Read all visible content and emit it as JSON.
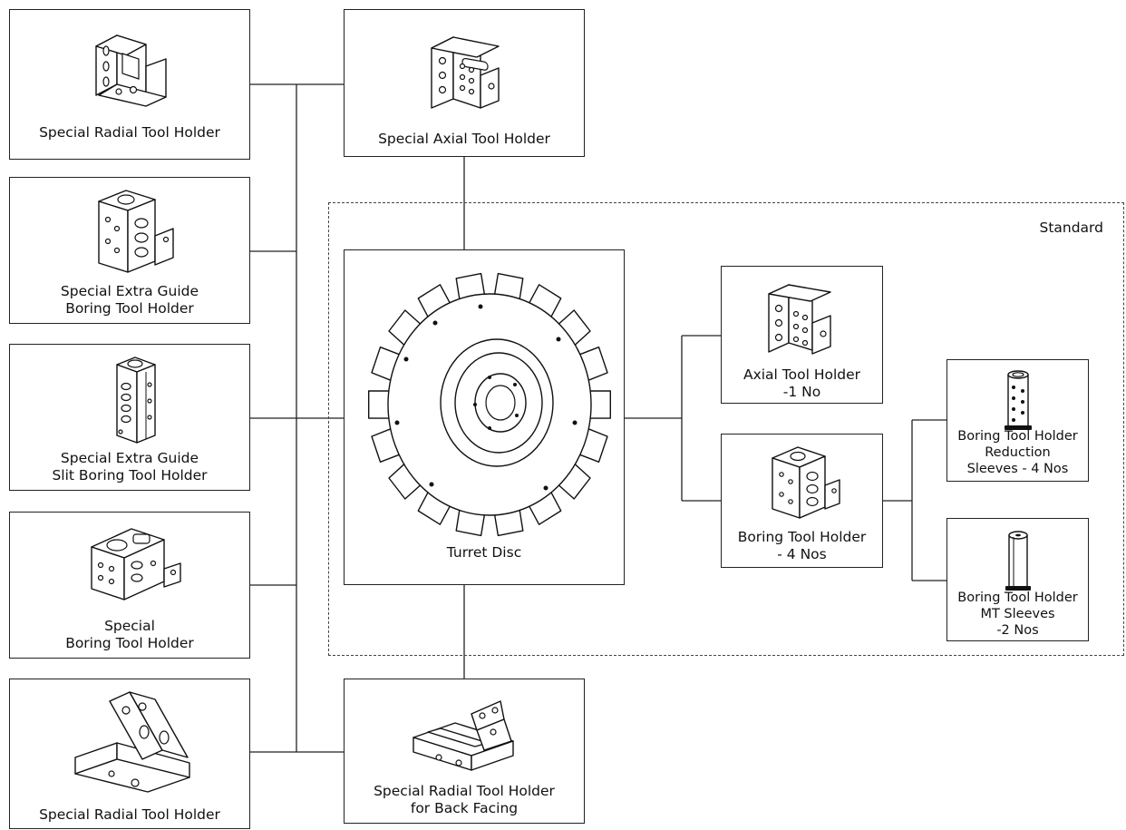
{
  "standard_group_label": "Standard",
  "nodes": {
    "special_radial_top": {
      "lines": [
        "Special Radial Tool Holder"
      ],
      "icon": "radial-holder-icon"
    },
    "special_axial": {
      "lines": [
        "Special Axial Tool Holder"
      ],
      "icon": "axial-holder-icon"
    },
    "special_extra_guide": {
      "lines": [
        "Special Extra Guide",
        "Boring Tool Holder"
      ],
      "icon": "boring-block-icon"
    },
    "special_extra_guide_slit": {
      "lines": [
        "Special Extra Guide",
        "Slit Boring Tool Holder"
      ],
      "icon": "slit-boring-block-icon"
    },
    "special_boring": {
      "lines": [
        "Special",
        "Boring Tool Holder"
      ],
      "icon": "special-boring-block-icon"
    },
    "special_radial_bottom": {
      "lines": [
        "Special Radial Tool Holder"
      ],
      "icon": "angled-radial-holder-icon"
    },
    "turret_disc": {
      "lines": [
        "Turret Disc"
      ],
      "icon": "turret-disc-icon"
    },
    "special_radial_back": {
      "lines": [
        "Special Radial Tool Holder",
        "for Back Facing"
      ],
      "icon": "back-facing-holder-icon"
    },
    "axial_tool_holder": {
      "lines": [
        "Axial Tool Holder",
        "-1 No"
      ],
      "icon": "axial-holder-icon"
    },
    "boring_tool_holder": {
      "lines": [
        "Boring Tool Holder",
        "- 4 Nos"
      ],
      "icon": "boring-block-icon"
    },
    "reduction_sleeves": {
      "lines": [
        "Boring Tool Holder",
        "Reduction",
        "Sleeves - 4 Nos"
      ],
      "icon": "reduction-sleeve-icon"
    },
    "mt_sleeves": {
      "lines": [
        "Boring Tool Holder",
        "MT Sleeves",
        "-2 Nos"
      ],
      "icon": "mt-sleeve-icon"
    }
  }
}
